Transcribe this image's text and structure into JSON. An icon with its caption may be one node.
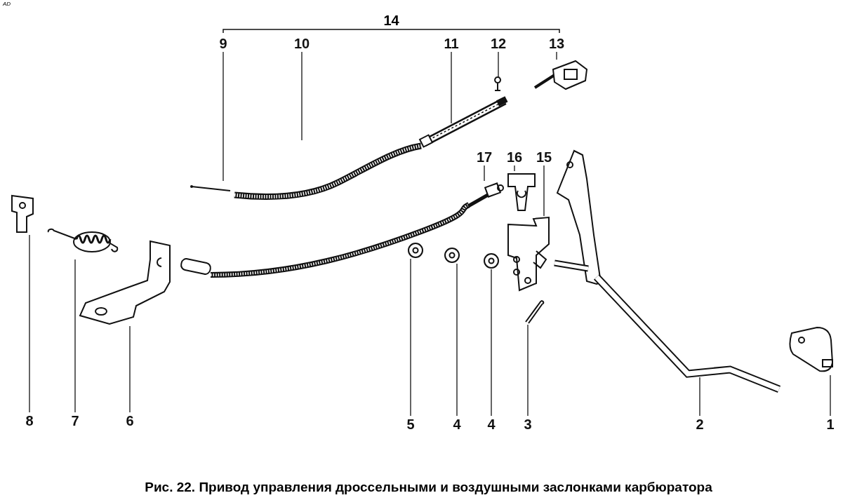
{
  "diagram": {
    "caption": "Рис. 22. Привод управления дроссельными и воздушными заслонками карбюратора",
    "nodes": [
      {
        "text": [
          "9"
        ]
      },
      {
        "text": [
          "10"
        ]
      },
      {
        "text": [
          "11"
        ]
      },
      {
        "text": [
          "12"
        ]
      },
      {
        "text": [
          "13"
        ]
      },
      {
        "text": [
          "17"
        ]
      },
      {
        "text": [
          "16"
        ]
      },
      {
        "text": [
          "15"
        ]
      },
      {
        "text": [
          "8"
        ]
      },
      {
        "text": [
          "7"
        ]
      },
      {
        "text": [
          "6"
        ]
      },
      {
        "text": [
          "5"
        ]
      },
      {
        "text": [
          "4"
        ]
      },
      {
        "text": [
          "4"
        ]
      },
      {
        "text": [
          "3"
        ]
      },
      {
        "text": [
          "2"
        ]
      },
      {
        "text": [
          "1"
        ]
      },
      {
        "text": [],
        "shape": "picture"
      },
      {
        "text": [],
        "shape": "picture"
      },
      {
        "text": [],
        "shape": "picture"
      },
      {
        "text": [],
        "shape": "picture"
      },
      {
        "text": [],
        "shape": "picture"
      },
      {
        "text": [],
        "shape": "picture"
      },
      {
        "text": [],
        "shape": "picture"
      },
      {
        "text": [],
        "shape": "picture"
      },
      {
        "text": [],
        "shape": "picture"
      },
      {
        "text": [],
        "shape": "picture"
      },
      {
        "text": [],
        "shape": "picture"
      },
      {
        "text": [],
        "shape": "picture"
      },
      {
        "text": [],
        "shape": "picture"
      },
      {
        "text": [],
        "shape": "picture"
      },
      {
        "text": [],
        "shape": "picture"
      },
      {
        "text": [],
        "shape": "picture"
      },
      {
        "text": [],
        "shape": "picture"
      }
    ],
    "edges": [
      {
        "from": 0,
        "to": 17,
        "arrow": "none"
      },
      {
        "from": 1,
        "to": 18,
        "arrow": "none"
      },
      {
        "from": 2,
        "to": 19,
        "arrow": "none"
      },
      {
        "from": 3,
        "to": 20,
        "arrow": "none"
      },
      {
        "from": 4,
        "to": 21,
        "arrow": "none"
      },
      {
        "from": 5,
        "to": 22,
        "arrow": "none"
      },
      {
        "from": 6,
        "to": 23,
        "arrow": "none"
      },
      {
        "from": 7,
        "to": 24,
        "arrow": "none"
      },
      {
        "from": 8,
        "to": 25,
        "arrow": "none"
      },
      {
        "from": 9,
        "to": 26,
        "arrow": "none"
      },
      {
        "from": 10,
        "to": 27,
        "arrow": "none"
      },
      {
        "from": 11,
        "to": 28,
        "arrow": "none"
      },
      {
        "from": 12,
        "to": 29,
        "arrow": "none"
      },
      {
        "from": 13,
        "to": 30,
        "arrow": "none"
      },
      {
        "from": 14,
        "to": 31,
        "arrow": "none"
      },
      {
        "from": 15,
        "to": 32,
        "arrow": "none"
      },
      {
        "from": 16,
        "to": 33,
        "arrow": "none"
      }
    ],
    "labels": [
      "AD",
      "14"
    ]
  }
}
